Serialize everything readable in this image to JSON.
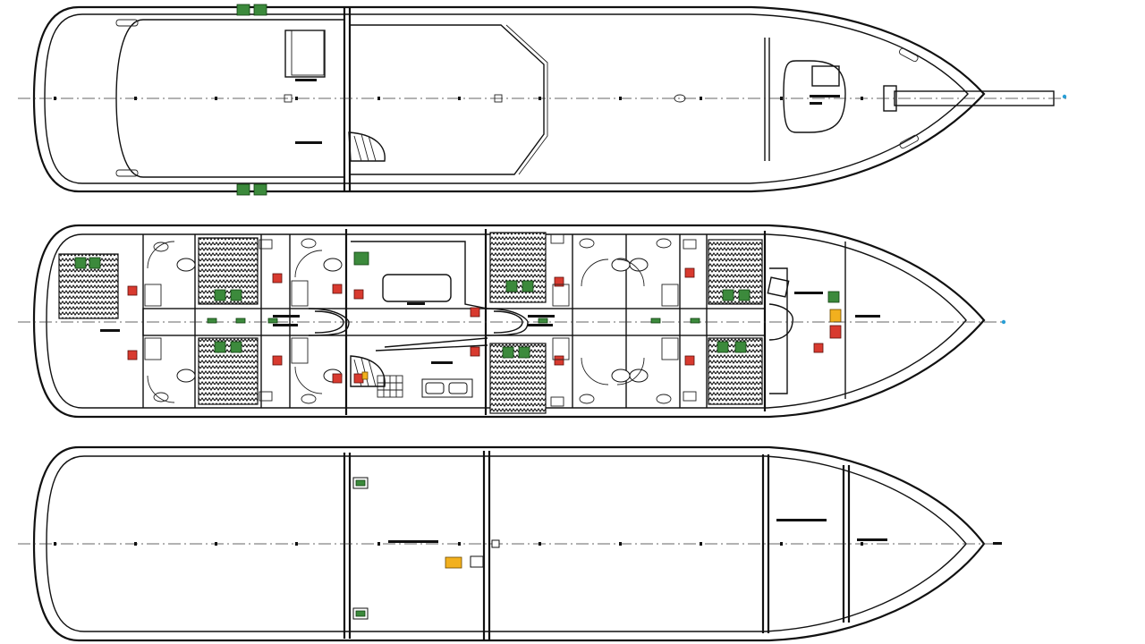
{
  "diagram": {
    "colors": {
      "line": "#111111",
      "safety_green": "#3c8a3c",
      "fire_red": "#d83a2f",
      "warning_orange": "#f2b01e",
      "centerline_marker": "#2a9fd6"
    },
    "icons": [
      "life-ring-icon",
      "fire-extinguisher-icon",
      "exit-sign-icon",
      "first-aid-icon",
      "hydrant-icon"
    ],
    "views": [
      "top-deck-plan",
      "main-deck-plan",
      "lower-deck-plan"
    ]
  }
}
